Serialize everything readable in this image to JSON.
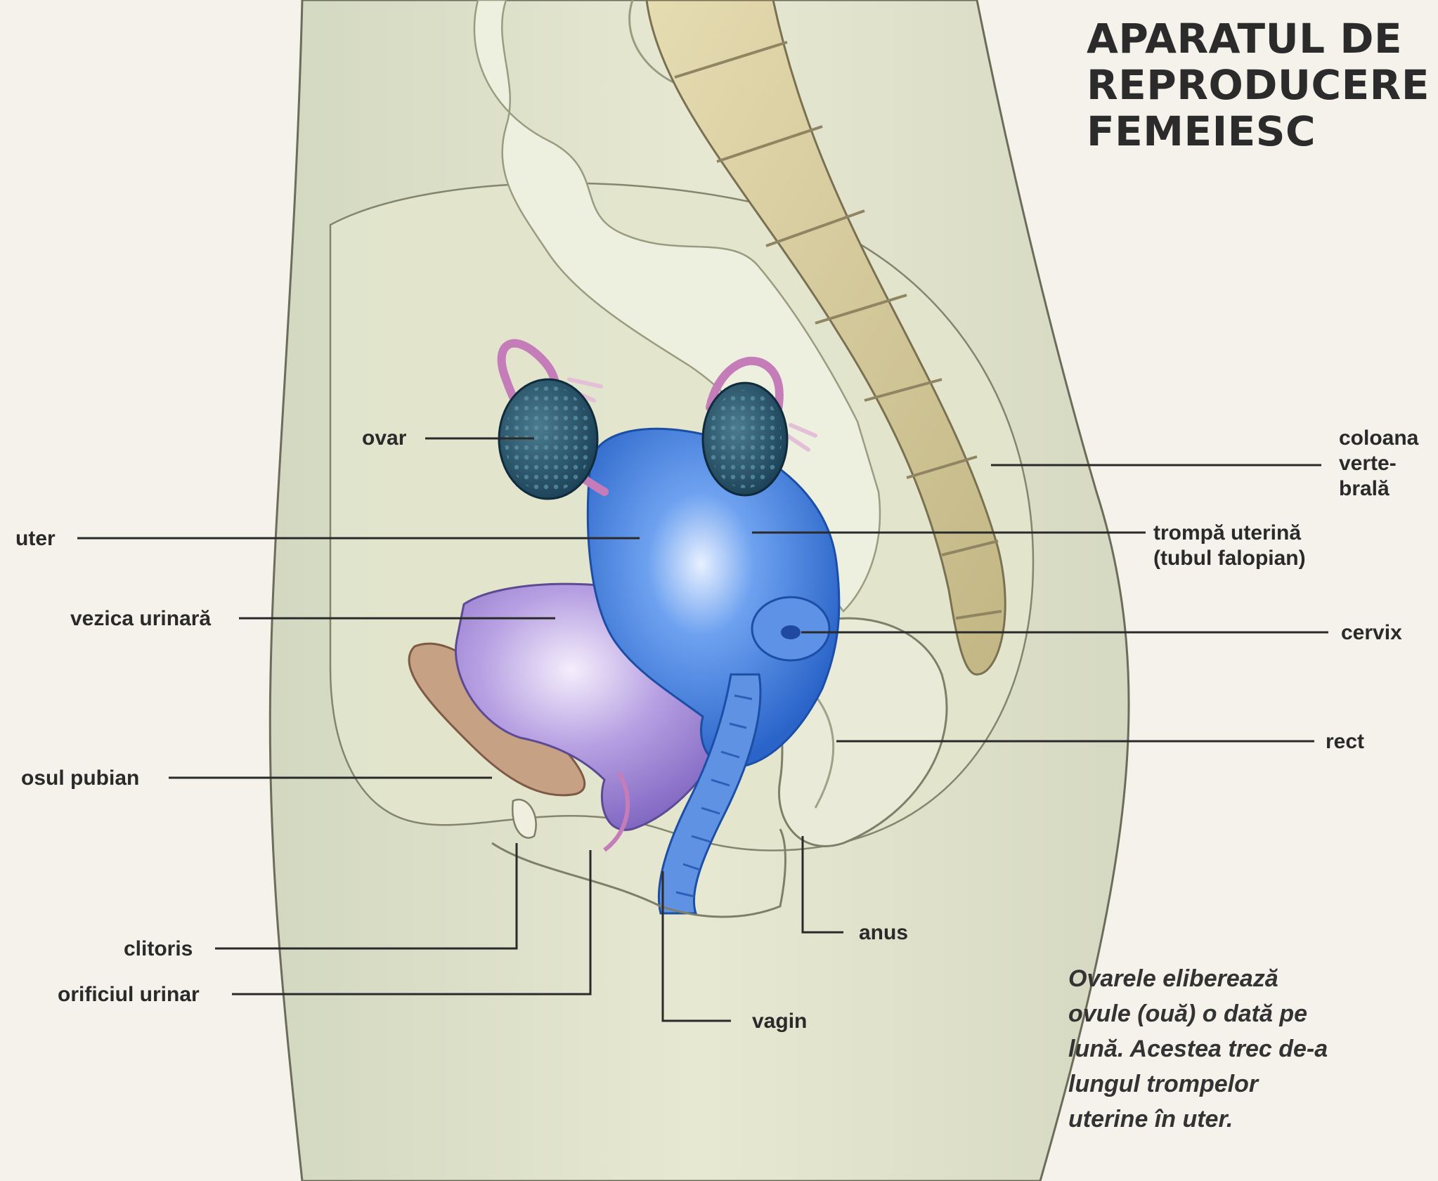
{
  "title_lines": [
    "APARATUL DE",
    "REPRODUCERE",
    "FEMEIESC"
  ],
  "labels": {
    "ovar": "ovar",
    "uter": "uter",
    "vezica": "vezica urinară",
    "osul": "osul pubian",
    "clitoris": "clitoris",
    "orificiul": "orificiul urinar",
    "vagin": "vagin",
    "anus": "anus",
    "rect": "rect",
    "cervix": "cervix",
    "trompa": [
      "trompă uterină",
      "(tubul falopian)"
    ],
    "coloana": [
      "coloana",
      "verte-",
      "brală"
    ]
  },
  "caption_lines": [
    "Ovarele eliberează",
    "ovule (ouă) o dată pe",
    "lună. Acestea trec de-a",
    "lungul trompelor",
    "uterine în uter."
  ],
  "colors": {
    "body": "#e4e6cf",
    "bone": "#d9cfa3",
    "uterus": "#3a78d8",
    "bladder": "#a98ed9",
    "ovary": "#1f4d66",
    "tube": "#c47db8",
    "pubic_bone": "#b98a6e",
    "leader": "#2a2a2a"
  }
}
